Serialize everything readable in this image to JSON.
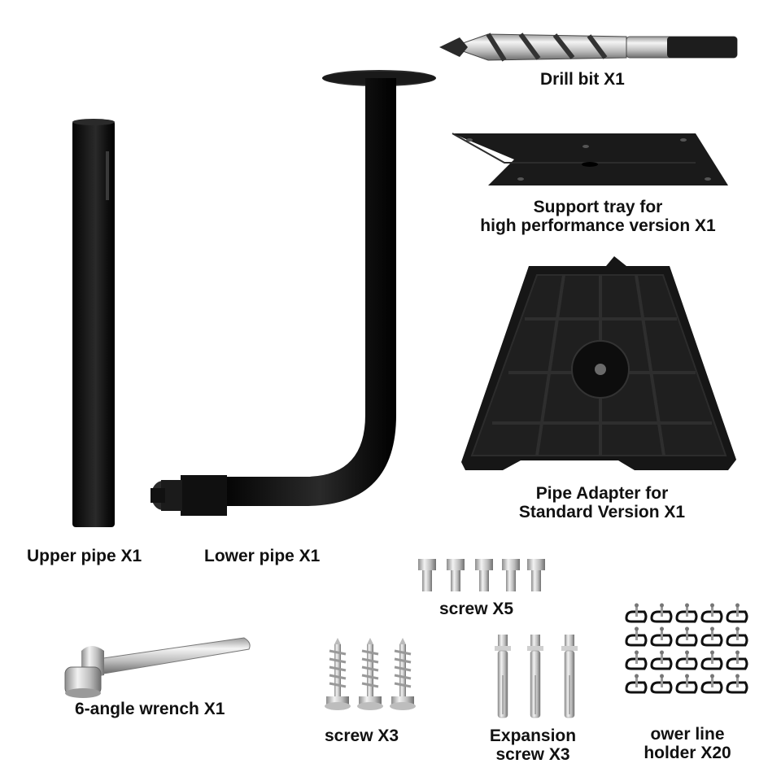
{
  "parts": {
    "drill_bit": {
      "label": "Drill bit X1"
    },
    "support_tray": {
      "label_line1": "Support tray for",
      "label_line2": "high performance version X1"
    },
    "pipe_adapter": {
      "label_line1": "Pipe Adapter for",
      "label_line2": "Standard Version X1"
    },
    "upper_pipe": {
      "label": "Upper pipe X1"
    },
    "lower_pipe": {
      "label": "Lower pipe X1"
    },
    "screw_small": {
      "label": "screw X5",
      "count": 5
    },
    "wrench": {
      "label": "6-angle wrench X1"
    },
    "screw_wood": {
      "label": "screw X3",
      "count": 3
    },
    "expansion_screw": {
      "label_line1": "Expansion",
      "label_line2": "screw X3",
      "count": 3
    },
    "line_holder": {
      "label_line1": "ower line",
      "label_line2": "holder X20",
      "count": 20
    }
  },
  "colors": {
    "black_part": "#1a1a1a",
    "metal_light": "#e8e8e8",
    "metal_dark": "#8a8a8a",
    "text": "#111111"
  }
}
